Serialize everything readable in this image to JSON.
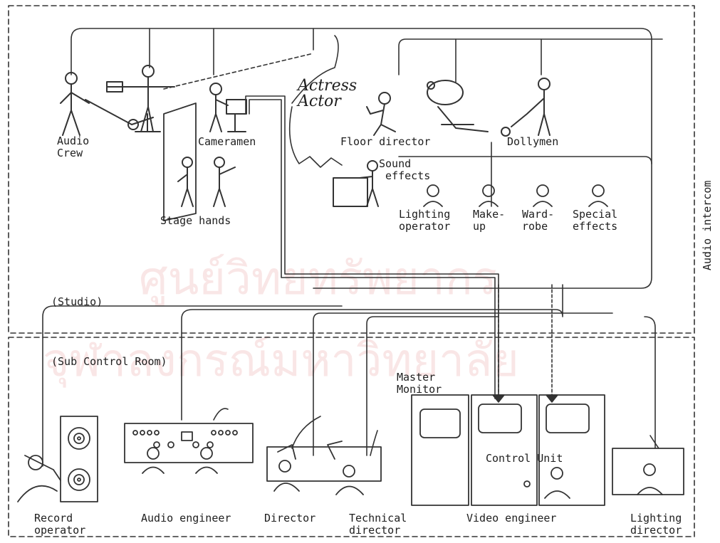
{
  "regions": {
    "studio": "(Studio)",
    "sub_control_room": "(Sub Control Room)"
  },
  "side_label": "Audio intercom",
  "watermark": {
    "line1": "ศูนย์วิทยทรัพยากร",
    "line2": "จุฬาลงกรณ์มหาวิทยาลัย"
  },
  "studio_roles": {
    "audio_crew": "Audio\nCrew",
    "cameramen": "Cameramen",
    "actress_actor": "Actress\nActor",
    "floor_director": "Floor director",
    "dollymen": "Dollymen",
    "stage_hands": "Stage hands",
    "sound_effects": "Sound\n effects",
    "lighting_operator": "Lighting\noperator",
    "make_up": "Make-\nup",
    "wardrobe": "Ward-\nrobe",
    "special_effects": "Special\neffects"
  },
  "control_room_roles": {
    "master_monitor": "Master\nMonitor",
    "control_unit": "Control Unit",
    "record_operator": "Record\noperator",
    "audio_engineer": "Audio engineer",
    "director": "Director",
    "technical_director": "Technical\ndirector",
    "video_engineer": "Video engineer",
    "lighting_director": "Lighting\ndirector"
  },
  "colors": {
    "line": "#333333",
    "watermark": "#f2c8c8"
  }
}
